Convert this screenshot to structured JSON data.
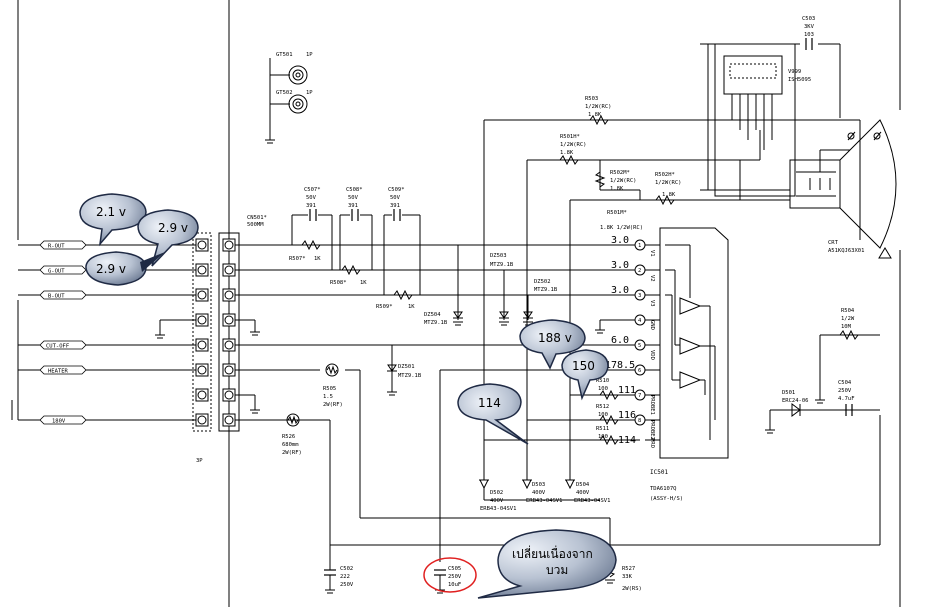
{
  "diagram": {
    "connector_labels": {
      "r_out": "R-OUT",
      "g_out": "G-OUT",
      "b_out": "B-OUT",
      "cut_off": "CUT-OFF",
      "heater": "HEATER",
      "v180": "180V",
      "pin3p": "3P"
    },
    "cn501": {
      "ref": "CN501*",
      "val": "500MM"
    },
    "gt501": {
      "ref": "GT501",
      "val": "1P"
    },
    "gt502": {
      "ref": "GT502",
      "val": "1P"
    },
    "c503": {
      "ref": "C503",
      "v": "3KV",
      "val": "103"
    },
    "v999": {
      "ref": "V999",
      "val": "ISH5095"
    },
    "r503": {
      "ref": "R503",
      "p": "1/2W(RC)",
      "val": "1.8K"
    },
    "r501h": {
      "ref": "R501H*",
      "p": "1/2W(RC)",
      "val": "1.8K"
    },
    "r502m": {
      "ref": "R502M*",
      "p": "1/2W(RC)",
      "val": "1.8K"
    },
    "r502h": {
      "ref": "R502H*",
      "p": "1/2W(RC)",
      "val": "1.8K"
    },
    "r501m": {
      "ref": "R501M*",
      "p": "1.8K 1/2W(RC)"
    },
    "c507": {
      "ref": "C507*",
      "v": "50V",
      "val": "391"
    },
    "c508": {
      "ref": "C508*",
      "v": "50V",
      "val": "391"
    },
    "c509": {
      "ref": "C509*",
      "v": "50V",
      "val": "391"
    },
    "r507": {
      "ref": "R507*",
      "val": "1K"
    },
    "r508": {
      "ref": "R508*",
      "val": "1K"
    },
    "r509": {
      "ref": "R509*",
      "val": "1K"
    },
    "dz503": {
      "ref": "DZ503",
      "val": "MTZ9.1B"
    },
    "dz502": {
      "ref": "DZ502",
      "val": "MTZ9.1B"
    },
    "dz504": {
      "ref": "DZ504",
      "val": "MTZ9.1B"
    },
    "dz501": {
      "ref": "DZ501",
      "val": "MTZ9.1B"
    },
    "crt": {
      "ref": "CRT",
      "val": "A51KQJ63X01"
    },
    "r504": {
      "ref": "R504",
      "p": "1/2W",
      "val": "10M"
    },
    "d501": {
      "ref": "D501",
      "val": "ERC24-06"
    },
    "c504": {
      "ref": "C504",
      "v": "250V",
      "val": "4.7uF"
    },
    "r505": {
      "ref": "R505",
      "val": "1.5",
      "p": "2W(RF)"
    },
    "r526": {
      "ref": "R526",
      "val": "680mm",
      "p": "2W(RF)"
    },
    "r510": {
      "ref": "R510",
      "val": "100"
    },
    "r512": {
      "ref": "R512",
      "val": "100"
    },
    "r511": {
      "ref": "R511",
      "val": "100"
    },
    "d502": {
      "ref": "D502",
      "v": "400V",
      "val": "ERB43-04SV1"
    },
    "d503": {
      "ref": "D503",
      "v": "400V",
      "val": "ERB43-04SV1"
    },
    "d504": {
      "ref": "D504",
      "v": "400V",
      "val": "ERB43-04SV1"
    },
    "ic501": {
      "ref": "IC501",
      "val": "TDA6107Q",
      "note": "(ASSY-H/S)"
    },
    "c502": {
      "ref": "C502",
      "val": "222",
      "v": "250V"
    },
    "c505": {
      "ref": "C505",
      "v": "250V",
      "val": "10uF"
    },
    "r527": {
      "ref": "R527",
      "val": "33K",
      "p": "2W(RS)"
    },
    "ic_pins": {
      "v1": "V1",
      "v2": "V2",
      "v3": "V3",
      "gnd": "GND",
      "vdd": "VDD",
      "probe1": "PROBE1",
      "probe2": "PROBE2",
      "probe3": "PRO"
    },
    "pin_voltages": {
      "p1": "3.0",
      "p2": "3.0",
      "p3": "3.0",
      "p4": "6.0",
      "p5": "178.5",
      "p6": "111",
      "p7": "116",
      "p8": "114"
    },
    "pin_numbers": [
      "1",
      "2",
      "3",
      "4",
      "5",
      "6",
      "7",
      "8"
    ]
  },
  "callouts": {
    "c1": "2.1 v",
    "c2": "2.9 v",
    "c3": "2.9 v",
    "c4": "188 v",
    "c5": "150",
    "c6": "114",
    "c7_line1": "เปลี่ยนเนื่องจาก",
    "c7_line2": "บวม"
  }
}
